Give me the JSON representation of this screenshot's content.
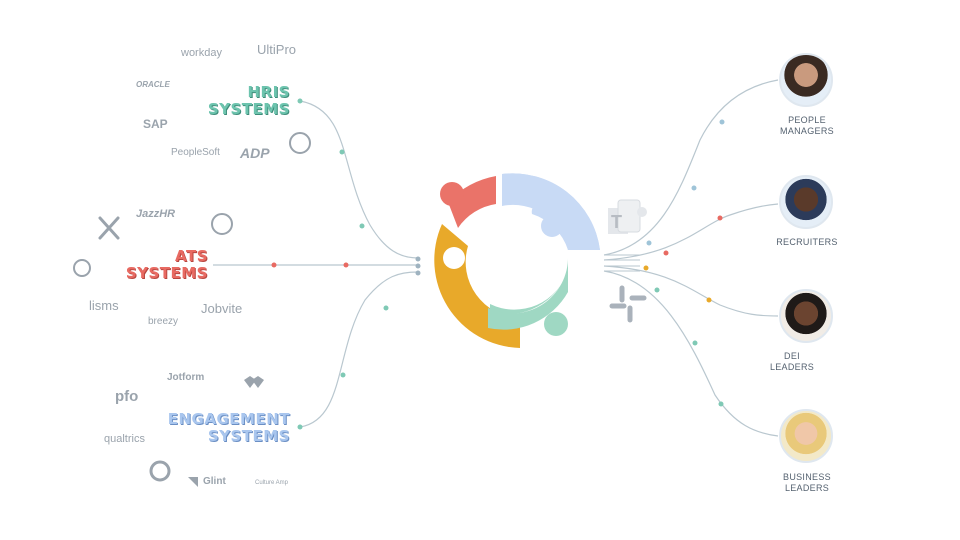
{
  "hris": {
    "title_line1": "HRIS",
    "title_line2": "SYSTEMS",
    "logos": [
      "workday",
      "UltiPro",
      "ORACLE",
      "SAP",
      "PeopleSoft",
      "ADP"
    ]
  },
  "ats": {
    "title_line1": "ATS",
    "title_line2": "SYSTEMS",
    "logos": [
      "JazzHR",
      "lisms",
      "breezy",
      "Jobvite"
    ]
  },
  "engagement": {
    "title_line1": "ENGAGEMENT",
    "title_line2": "SYSTEMS",
    "logos": [
      "Jotform",
      "pfo",
      "qualtrics",
      "Glint",
      "Culture Amp"
    ]
  },
  "personas": [
    {
      "line1": "PEOPLE",
      "line2": "MANAGERS"
    },
    {
      "line1": "RECRUITERS",
      "line2": ""
    },
    {
      "line1": "DEI",
      "line2": "LEADERS"
    },
    {
      "line1": "BUSINESS",
      "line2": "LEADERS"
    }
  ],
  "colors": {
    "hris": "#6dc4ae",
    "ats": "#e86a62",
    "engagement": "#a9c6ee",
    "ring_red": "#ea7369",
    "ring_blue": "#c8daf5",
    "ring_green": "#9fd8c3",
    "ring_gold": "#e8a92a",
    "connector": "#b8c2cc"
  },
  "icons": [
    "teams-icon",
    "slack-icon"
  ]
}
